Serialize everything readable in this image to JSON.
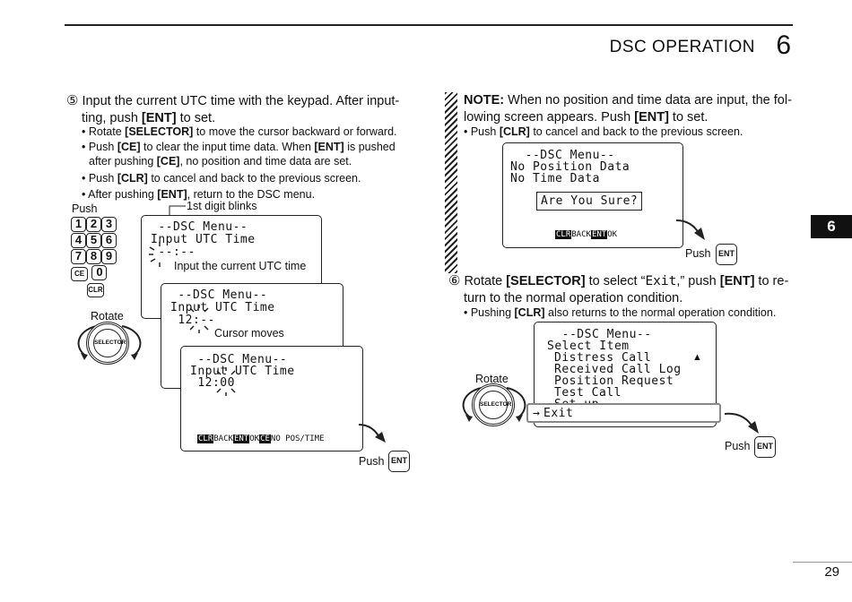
{
  "header": {
    "title": "DSC OPERATION",
    "chapter": "6"
  },
  "side_tab": "6",
  "page_number": "29",
  "left": {
    "step_circle": "⑤",
    "step_line1": "Input the current UTC time with the keypad. After input-",
    "step_line2_pre": "ting, push ",
    "step_line2_key": "[ENT]",
    "step_line2_post": " to set.",
    "b1_pre": "• Rotate ",
    "b1_key": "[SELECTOR]",
    "b1_post": " to move the cursor backward or forward.",
    "b2_pre": "• Push ",
    "b2_key1": "[CE]",
    "b2_mid": " to clear the input time data. When ",
    "b2_key2": "[ENT]",
    "b2_post": " is pushed",
    "b2_line2_pre": "after pushing ",
    "b2_line2_key": "[CE]",
    "b2_line2_post": ", no position and time data are set.",
    "b3_pre": "• Push ",
    "b3_key": "[CLR]",
    "b3_post": " to cancel and back to the previous screen.",
    "b4_pre": "• After pushing ",
    "b4_key": "[ENT]",
    "b4_post": ", return to the DSC menu.",
    "push_label": "Push",
    "keys": [
      "1",
      "2",
      "3",
      "4",
      "5",
      "6",
      "7",
      "8",
      "9",
      "CE",
      "0",
      "CLR"
    ],
    "rotate_label": "Rotate",
    "selector_label": "SELECTOR",
    "callout_blink": "1st digit blinks",
    "callout_input": "Input the current UTC time",
    "callout_cursor": "Cursor moves",
    "screen1": {
      "l1": " --DSC Menu--",
      "l2": "Input UTC Time",
      "l3": " --:--"
    },
    "screen2": {
      "l1": " --DSC Menu--",
      "l2": "Input UTC Time",
      "l3": " 12:--"
    },
    "screen3": {
      "l1": " --DSC Menu--",
      "l2": "Input UTC Time",
      "l3": " 12:00",
      "sk1": "CLR",
      "sk1t": "BACK",
      "sk2": "ENT",
      "sk2t": "OK",
      "sk3": "CE",
      "sk3t": "NO POS/TIME"
    },
    "push_ent_label": "Push",
    "ent_key": "ENT"
  },
  "right": {
    "note_label": "NOTE:",
    "note_line1": " When no position and time data are input, the fol-",
    "note_line2_pre": "lowing screen appears. Push ",
    "note_line2_key": "[ENT]",
    "note_line2_post": " to set.",
    "note_b1_pre": "• Push ",
    "note_b1_key": "[CLR]",
    "note_b1_post": " to cancel and back to the previous screen.",
    "screenA": {
      "l1": "  --DSC Menu--",
      "l2": "No Position Data",
      "l3": "No Time Data",
      "box": "Are You Sure?",
      "sk1": "CLR",
      "sk1t": "BACK",
      "sk2": "ENT",
      "sk2t": "OK"
    },
    "push_label_a": "Push",
    "ent_key": "ENT",
    "step_circle": "⑥",
    "s6_pre": "Rotate ",
    "s6_key": "[SELECTOR]",
    "s6_mid": " to select “",
    "s6_exit": "Exit",
    "s6_mid2": ",” push ",
    "s6_key2": "[ENT]",
    "s6_post": " to re-",
    "s6_line2": "turn to the normal operation condition.",
    "s6_b1_pre": "• Pushing ",
    "s6_b1_key": "[CLR]",
    "s6_b1_post": " also returns to the normal operation condition.",
    "rotate_label": "Rotate",
    "selector_label": "SELECTOR",
    "screenB": {
      "l1": "  --DSC Menu--",
      "l2": "Select Item",
      "items": [
        "Distress Call",
        "Received Call Log",
        "Position Request",
        "Test Call",
        "Set up"
      ],
      "exit": "Exit"
    },
    "push_label_b": "Push"
  }
}
